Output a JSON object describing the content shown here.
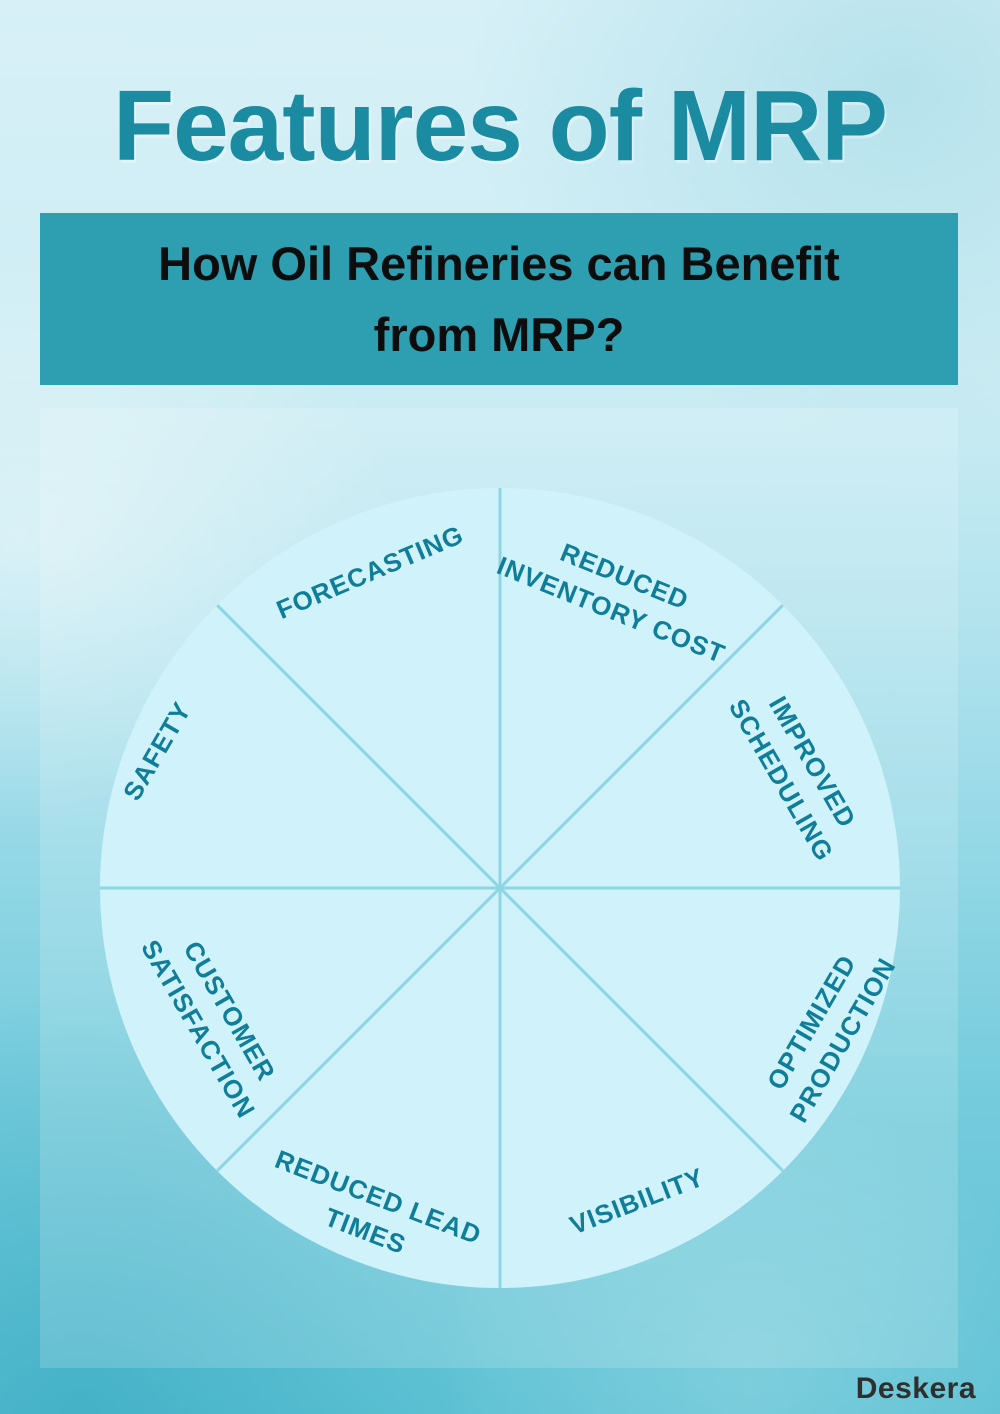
{
  "title": "Features of MRP",
  "banner": {
    "line1": "How Oil Refineries can Benefit",
    "line2": "from MRP?"
  },
  "wheel": {
    "type": "wheel-diagram",
    "segment_count": 8,
    "segments": [
      {
        "label": "FORECASTING"
      },
      {
        "label": "REDUCED\nINVENTORY COST"
      },
      {
        "label": "IMPROVED\nSCHEDULING"
      },
      {
        "label": "OPTIMIZED\nPRODUCTION"
      },
      {
        "label": "VISIBILITY"
      },
      {
        "label": "REDUCED LEAD\nTIMES"
      },
      {
        "label": "CUSTOMER\nSATISFACTION"
      },
      {
        "label": "SAFETY"
      }
    ]
  },
  "footer": {
    "brand": "Deskera"
  },
  "colors": {
    "title_teal": "#1b8ba1",
    "banner_bg": "#2d9fb0",
    "banner_text": "#0d0d0d",
    "label_teal": "#117e99",
    "wheel_fill": "#d0f2fa",
    "spoke_line": "#8ed5e3",
    "brand_text": "#2f2f2f",
    "bg_top": "#d7f0f7",
    "bg_bottom": "#5ec2d4",
    "panel_overlay": "rgba(255,255,255,0.16)"
  }
}
